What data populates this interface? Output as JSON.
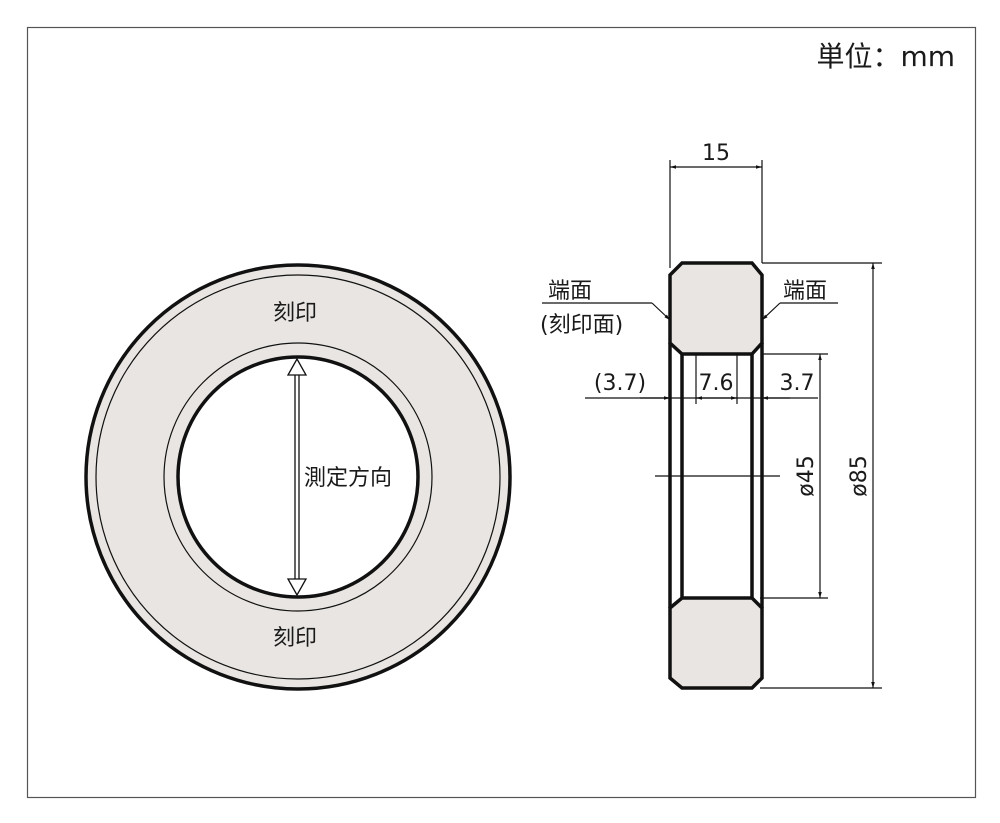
{
  "unit_label": "単位：mm",
  "front_view": {
    "marking_top": "刻印",
    "marking_bottom": "刻印",
    "measuring_direction": "測定方向"
  },
  "section_view": {
    "end_face_left": "端面",
    "end_face_left_note": "(刻印面)",
    "end_face_right": "端面",
    "dim_width": "15",
    "dim_left_chamfer": "(3.7)",
    "dim_center": "7.6",
    "dim_right_chamfer": "3.7",
    "dim_inner_diameter": "ø45",
    "dim_outer_diameter": "ø85"
  },
  "colors": {
    "ring_fill": "#e8e5e2",
    "line": "#111111"
  }
}
